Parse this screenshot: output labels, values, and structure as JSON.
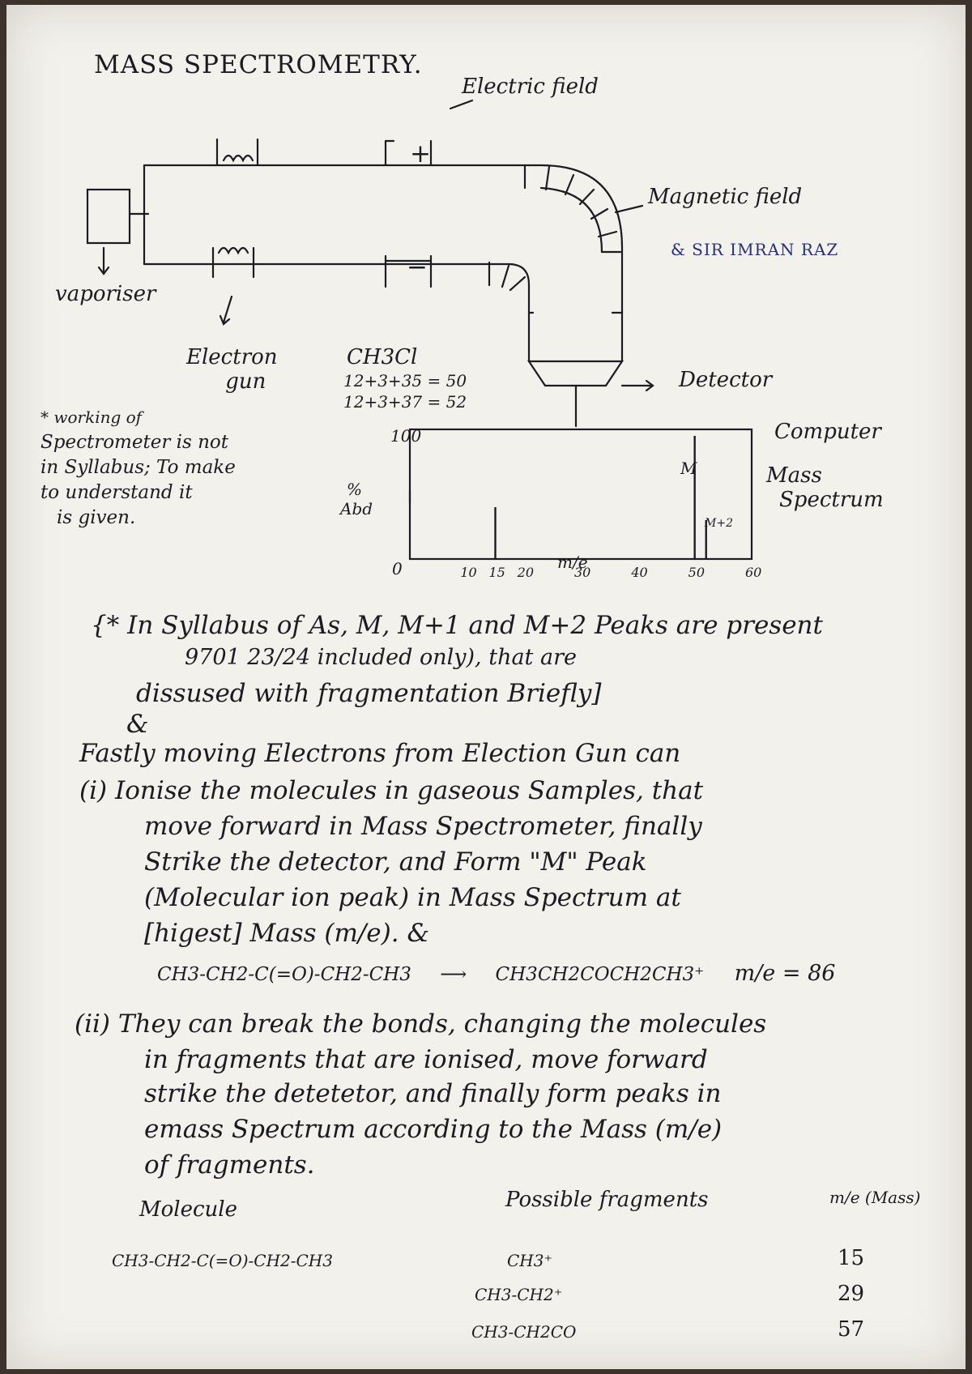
{
  "title": "MASS SPECTROMETRY.",
  "diagram": {
    "electric_field": "Electric field",
    "plus": "+",
    "minus": "−",
    "magnetic_field": "Magnetic field",
    "credit": "& SIR IMRAN RAZ",
    "vaporiser": "vaporiser",
    "electron_gun_1": "Electron",
    "electron_gun_2": "gun",
    "formula": "CH3Cl",
    "calc1": "12+3+35 = 50",
    "calc2": "12+3+37 = 52",
    "detector": "Detector",
    "computer": "Computer",
    "mass_1": "Mass",
    "mass_2": "Spectrum",
    "note": [
      "* working of",
      "Spectrometer is not",
      "in Syllabus; To make",
      "to understand it",
      "is given."
    ]
  },
  "chart_data": {
    "type": "bar",
    "xlabel": "m/e",
    "ylabel_1": "%",
    "ylabel_2": "Abd",
    "ymax_label": "100",
    "origin_label": "0",
    "xlim": [
      0,
      60
    ],
    "ylim": [
      0,
      100
    ],
    "x_ticks": [
      "10",
      "15",
      "20",
      "30",
      "40",
      "50",
      "60"
    ],
    "bars": [
      {
        "x": 15,
        "value": 40
      },
      {
        "x": 50,
        "value": 95
      },
      {
        "x": 52,
        "value": 30
      }
    ],
    "peak_labels": [
      "M",
      "M+2"
    ]
  },
  "body": {
    "syllabus": [
      "{* In Syllabus of As, M, M+1 and M+2 Peaks are present",
      "9701 23/24     included only), that are",
      "dissused with fragmentation Briefly]"
    ],
    "amp": "&",
    "intro": "Fastly moving Electrons from Election Gun can",
    "point1": [
      "(i) Ionise the molecules in gaseous Samples, that",
      "move forward in Mass Spectrometer, finally",
      "Strike the detector, and Form \"M\" Peak",
      "(Molecular ion peak) in Mass Spectrum at",
      "[higest] Mass (m/e). &"
    ],
    "eq1": {
      "left": "CH3-CH2-C(=O)-CH2-CH3",
      "arrow": "⟶",
      "right": "CH3CH2COCH2CH3⁺",
      "mz": "m/e = 86"
    },
    "point2": [
      "(ii) They can break the bonds, changing the molecules",
      "in fragments that are ionised, move forward",
      "strike the detetetor, and finally form peaks in",
      "emass Spectrum according to the Mass (m/e)",
      "of fragments."
    ]
  },
  "table": {
    "headers": [
      "Molecule",
      "Possible fragments",
      "m/e (Mass)"
    ],
    "molecule": "CH3-CH2-C(=O)-CH2-CH3",
    "rows": [
      {
        "fragment": "CH3⁺",
        "mass": "15"
      },
      {
        "fragment": "CH3-CH2⁺",
        "mass": "29"
      },
      {
        "fragment": "CH3-CH2CO",
        "mass": "57"
      }
    ]
  }
}
